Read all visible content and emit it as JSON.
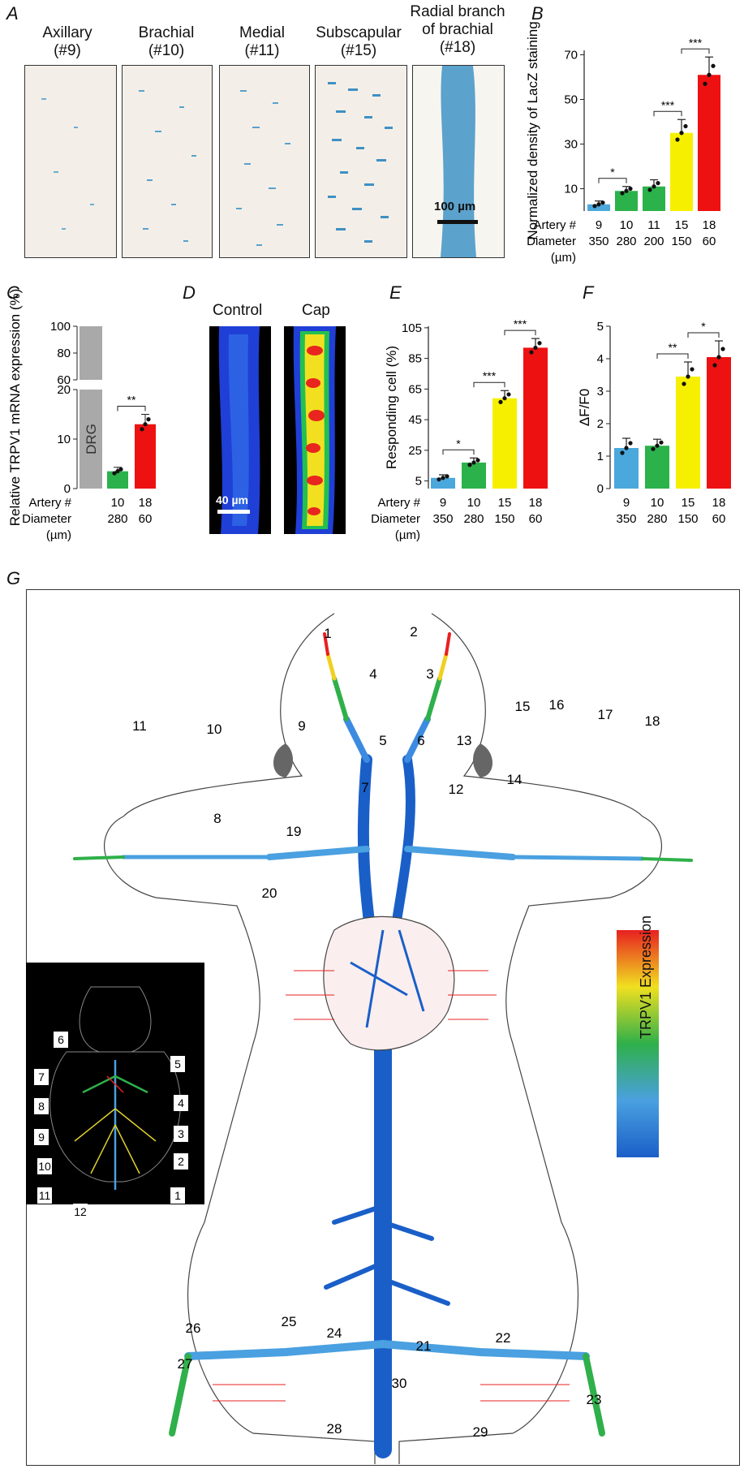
{
  "panels": {
    "A": {
      "letter": "A",
      "titles": [
        "Axillary",
        "(#9)",
        "Brachial",
        "(#10)",
        "Medial",
        "(#11)",
        "Subscapular",
        "(#15)",
        "Radial branch",
        "of brachial",
        "(#18)"
      ],
      "scalebar": "100 µm"
    },
    "B": {
      "letter": "B"
    },
    "C": {
      "letter": "C",
      "dg_label": "DRG"
    },
    "D": {
      "letter": "D",
      "control": "Control",
      "cap": "Cap",
      "scalebar": "40 µm"
    },
    "E": {
      "letter": "E"
    },
    "F": {
      "letter": "F"
    },
    "G": {
      "letter": "G",
      "legend_title": "TRPV1 Expression",
      "numbers": [
        "1",
        "2",
        "3",
        "4",
        "5",
        "6",
        "7",
        "8",
        "9",
        "10",
        "11",
        "12",
        "13",
        "14",
        "15",
        "16",
        "17",
        "18",
        "19",
        "20",
        "21",
        "22",
        "23",
        "24",
        "25",
        "26",
        "27",
        "28",
        "29",
        "30"
      ],
      "inset_numbers": [
        "1",
        "2",
        "3",
        "4",
        "5",
        "6",
        "7",
        "8",
        "9",
        "10",
        "11",
        "12"
      ]
    }
  },
  "chart_data": [
    {
      "id": "B",
      "type": "bar",
      "ylabel": "Normalized density of LacZ staining",
      "row_labels": [
        "Artery #",
        "Diameter",
        "(µm)"
      ],
      "categories": [
        "9",
        "10",
        "11",
        "15",
        "18"
      ],
      "diameters": [
        "350",
        "280",
        "200",
        "150",
        "60"
      ],
      "values": [
        3,
        9,
        11,
        35,
        61
      ],
      "errors": [
        1.5,
        2,
        3,
        6,
        8
      ],
      "colors": [
        "#4aa8dc",
        "#2bb24a",
        "#2bb24a",
        "#f6f000",
        "#ee1111"
      ],
      "yticks": [
        10,
        30,
        50,
        70
      ],
      "ylim": [
        0,
        72
      ],
      "significance": [
        {
          "from": 0,
          "to": 1,
          "label": "*"
        },
        {
          "from": 2,
          "to": 3,
          "label": "***"
        },
        {
          "from": 3,
          "to": 4,
          "label": "***"
        }
      ]
    },
    {
      "id": "C",
      "type": "bar",
      "ylabel": "Relative TRPV1 mRNA expression (%)",
      "row_labels": [
        "Artery #",
        "Diameter",
        "(µm)"
      ],
      "categories": [
        "DRG",
        "10",
        "18"
      ],
      "diameters": [
        "",
        "280",
        "60"
      ],
      "values": [
        100,
        3.5,
        13
      ],
      "errors": [
        0,
        0.8,
        2
      ],
      "colors": [
        "#a9a9a9",
        "#2bb24a",
        "#ee1111"
      ],
      "yticks_lower": [
        0,
        10,
        20
      ],
      "yticks_upper": [
        60,
        80,
        100
      ],
      "significance": [
        {
          "from": 1,
          "to": 2,
          "label": "**"
        }
      ]
    },
    {
      "id": "E",
      "type": "bar",
      "ylabel": "Responding cell (%)",
      "row_labels": [
        "Artery #",
        "Diameter",
        "(µm)"
      ],
      "categories": [
        "9",
        "10",
        "15",
        "18"
      ],
      "diameters": [
        "350",
        "280",
        "150",
        "60"
      ],
      "values": [
        7,
        17,
        59,
        92
      ],
      "errors": [
        2,
        3,
        5,
        6
      ],
      "colors": [
        "#4aa8dc",
        "#2bb24a",
        "#f6f000",
        "#ee1111"
      ],
      "yticks": [
        5,
        25,
        45,
        65,
        85,
        105
      ],
      "ylim": [
        0,
        106
      ],
      "significance": [
        {
          "from": 0,
          "to": 1,
          "label": "*"
        },
        {
          "from": 1,
          "to": 2,
          "label": "***"
        },
        {
          "from": 2,
          "to": 3,
          "label": "***"
        }
      ]
    },
    {
      "id": "F",
      "type": "bar",
      "ylabel": "ΔF/F0",
      "categories": [
        "9",
        "10",
        "15",
        "18"
      ],
      "diameters": [
        "350",
        "280",
        "150",
        "60"
      ],
      "values": [
        1.25,
        1.32,
        3.45,
        4.05
      ],
      "errors": [
        0.3,
        0.2,
        0.45,
        0.5
      ],
      "colors": [
        "#4aa8dc",
        "#2bb24a",
        "#f6f000",
        "#ee1111"
      ],
      "yticks": [
        0,
        1,
        2,
        3,
        4,
        5
      ],
      "ylim": [
        0,
        5
      ],
      "significance": [
        {
          "from": 1,
          "to": 2,
          "label": "**"
        },
        {
          "from": 2,
          "to": 3,
          "label": "*"
        }
      ]
    }
  ]
}
